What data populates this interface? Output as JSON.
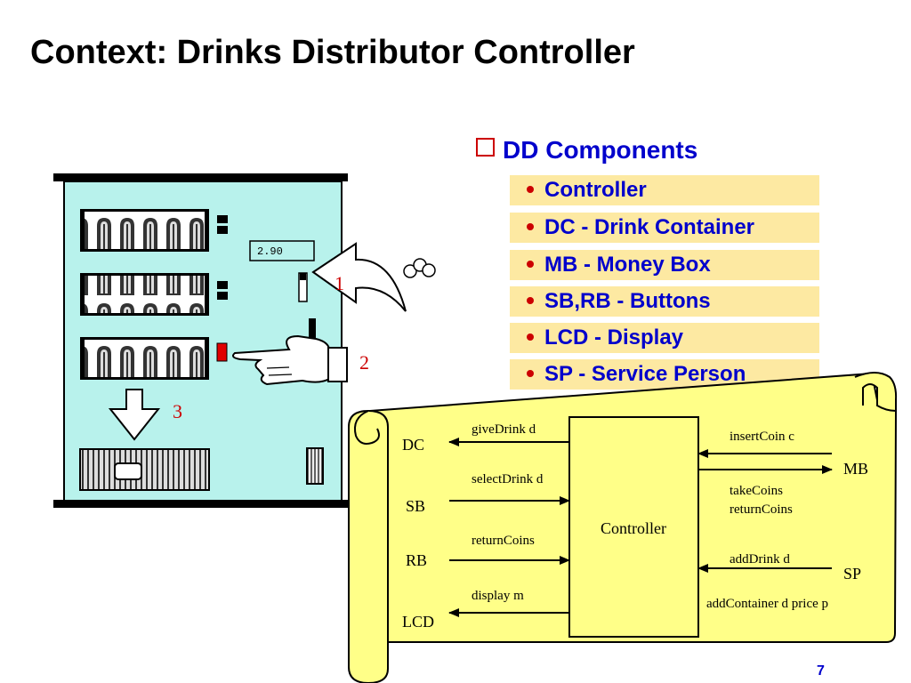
{
  "title": "Context: Drinks Distributor Controller",
  "components_header": "DD Components",
  "components": [
    "Controller",
    "DC - Drink Container",
    "MB - Money Box",
    "SB,RB - Buttons",
    "LCD - Display",
    "SP - Service Person"
  ],
  "machine": {
    "display_value": "2.90",
    "step_labels": [
      "1",
      "2",
      "3"
    ]
  },
  "diagram": {
    "controller_label": "Controller",
    "actors": {
      "dc": "DC",
      "sb": "SB",
      "rb": "RB",
      "lcd": "LCD",
      "mb": "MB",
      "sp": "SP"
    },
    "messages": {
      "give_drink": "giveDrink d",
      "select_drink": "selectDrink d",
      "return_coins_left": "returnCoins",
      "display": "display m",
      "insert_coin": "insertCoin c",
      "take_coins": "takeCoins",
      "return_coins_right": "returnCoins",
      "add_drink": "addDrink d",
      "add_container": "addContainer d price p"
    }
  },
  "page_number": "7",
  "colors": {
    "title": "#000000",
    "accent_blue": "#0000cc",
    "bullet_red": "#cc0000",
    "item_bg": "#fde9a2",
    "scroll_fill": "#ffff88",
    "machine_bg": "#b8f2ec"
  }
}
